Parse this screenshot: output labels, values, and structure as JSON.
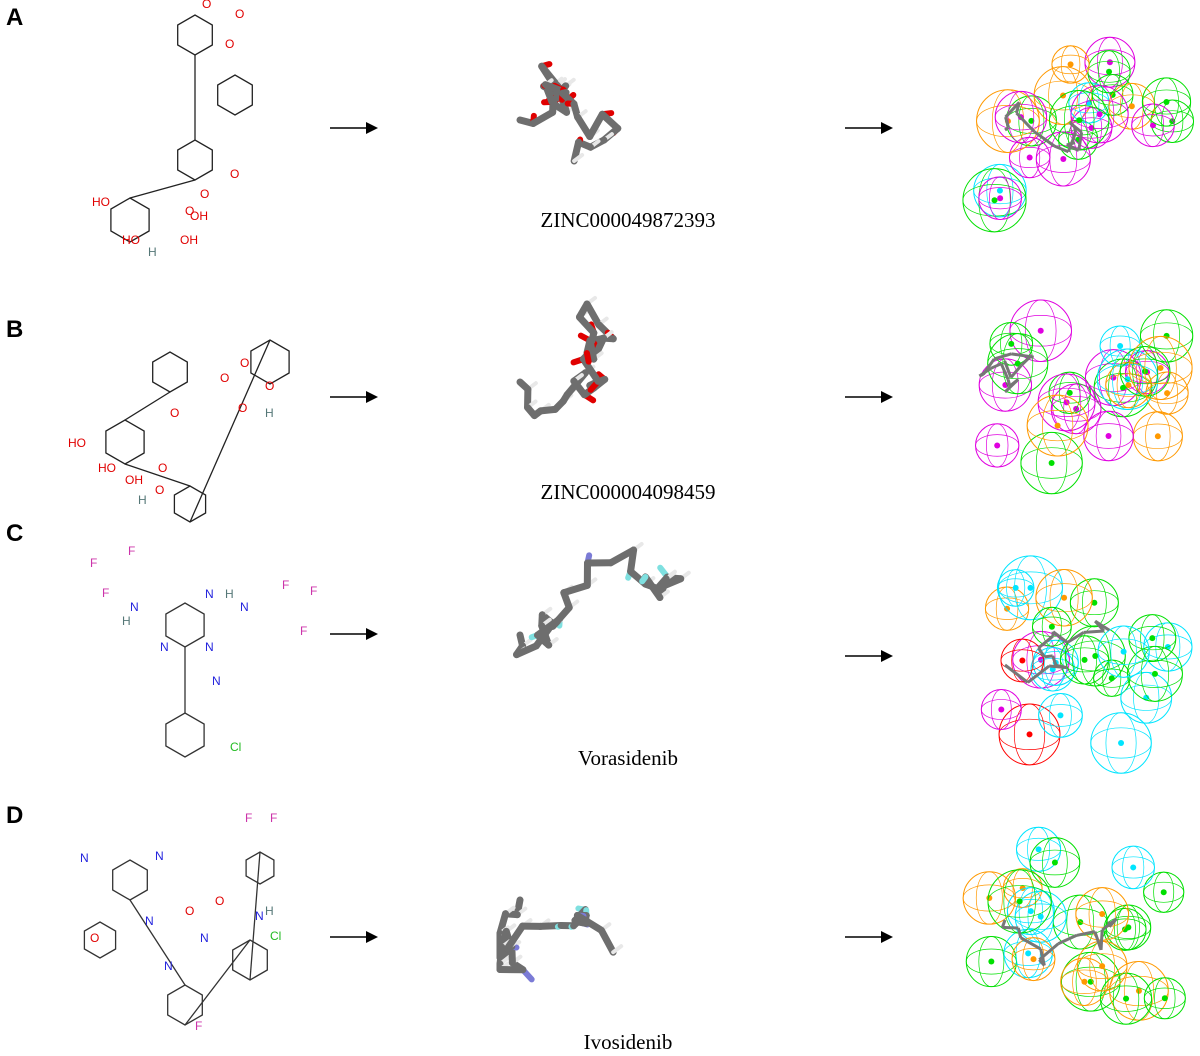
{
  "panels": [
    {
      "letter": "A",
      "name": "ZINC000049872393",
      "atom_labels": [
        "O",
        "O",
        "O",
        "O",
        "O",
        "HO",
        "HO",
        "OH",
        "OH",
        "H",
        "O"
      ]
    },
    {
      "letter": "B",
      "name": "ZINC000004098459",
      "atom_labels": [
        "O",
        "O",
        "O",
        "O",
        "H",
        "HO",
        "HO",
        "OH",
        "H",
        "O",
        "O",
        "O"
      ]
    },
    {
      "letter": "C",
      "name": "Vorasidenib",
      "atom_labels": [
        "F",
        "F",
        "F",
        "H",
        "N",
        "N",
        "N",
        "N",
        "H",
        "N",
        "F",
        "F",
        "F",
        "N",
        "Cl"
      ]
    },
    {
      "letter": "D",
      "name": "Ivosidenib",
      "atom_labels": [
        "N",
        "N",
        "O",
        "N",
        "O",
        "N",
        "O",
        "H",
        "N",
        "F",
        "F",
        "Cl",
        "N",
        "F"
      ]
    }
  ],
  "colors": {
    "hbond_acceptor": "#00e000",
    "hydrophobic": "#e000e0",
    "aromatic_ring": "#ff9900",
    "hbond_donor": "#00e5ff",
    "positive_ionizable": "#ff0000",
    "bond": "#555555",
    "oxygen": "#e00000",
    "nitrogen": "#2222dd",
    "halogen_f": "#cc33aa",
    "chlorine": "#22bb22"
  }
}
